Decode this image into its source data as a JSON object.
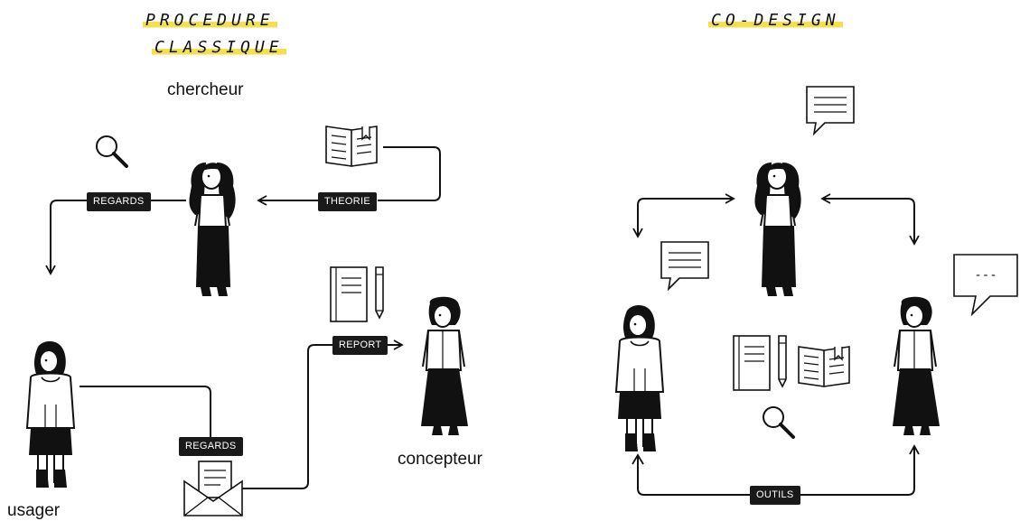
{
  "left_panel": {
    "title_line1": "PROCEDURE",
    "title_line2": "CLASSIQUE",
    "roles": {
      "researcher": "chercheur",
      "user": "usager",
      "designer": "concepteur"
    },
    "tags": {
      "regards_top": "REGARDS",
      "theorie": "THEORIE",
      "report": "REPORT",
      "regards_bottom": "REGARDS"
    }
  },
  "right_panel": {
    "title": "CO-DESIGN",
    "tags": {
      "outils": "OUTILS"
    },
    "bubble_text": "---"
  },
  "colors": {
    "ink": "#111111",
    "tag_background": "#1a1a1a",
    "highlight": "#f4e04d"
  }
}
